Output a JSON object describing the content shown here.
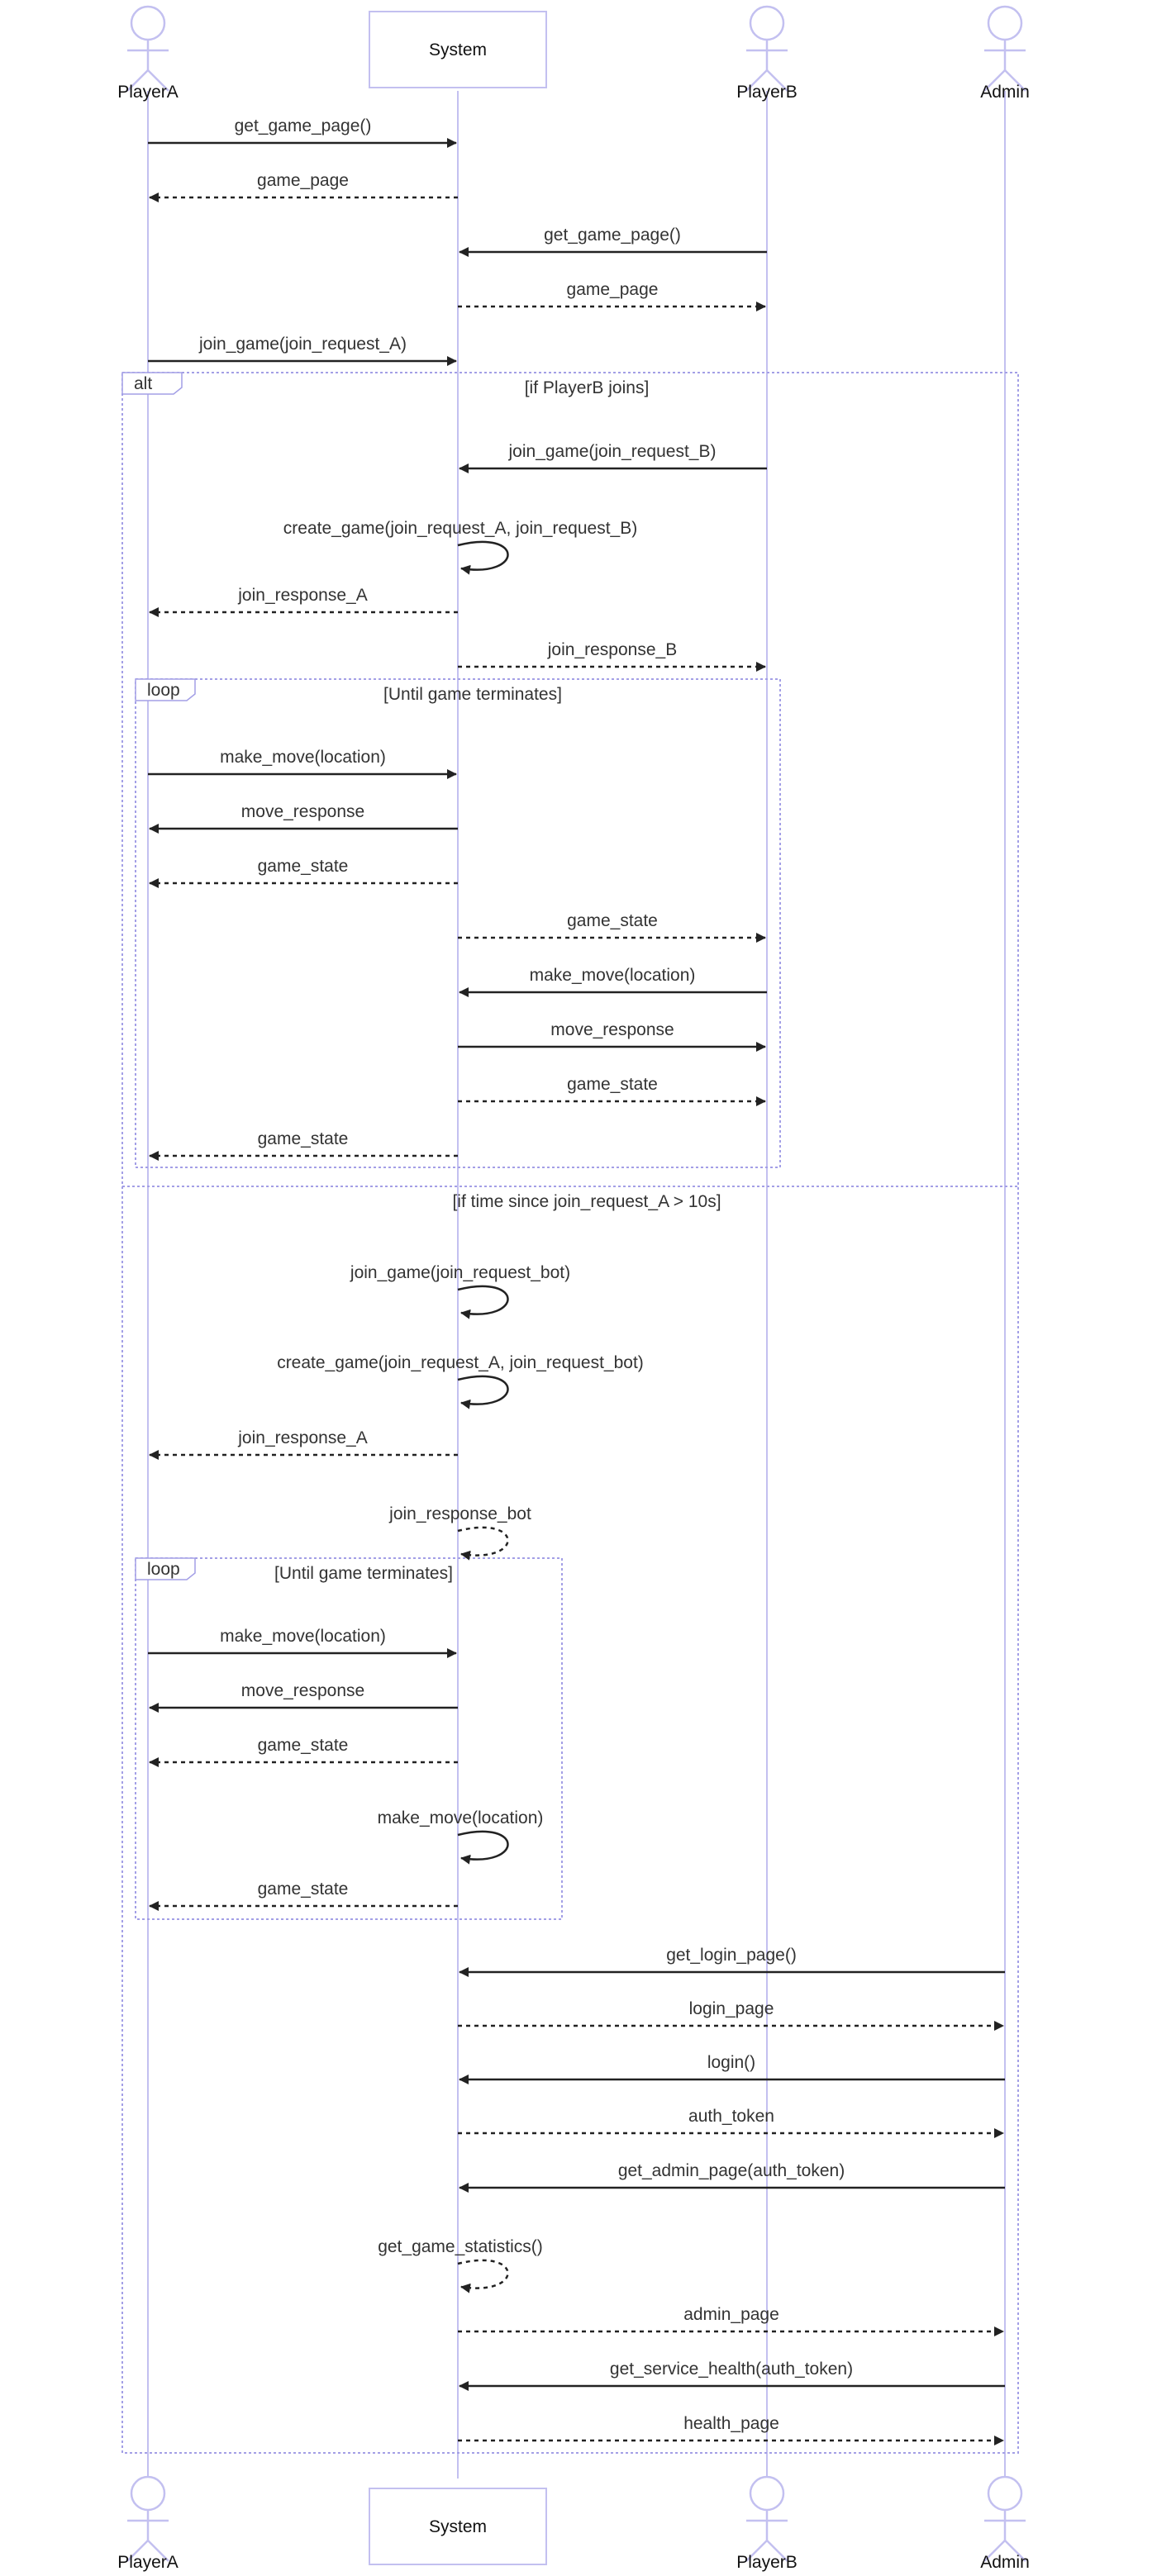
{
  "participants": [
    {
      "id": "A",
      "label": "PlayerA",
      "kind": "actor"
    },
    {
      "id": "S",
      "label": "System",
      "kind": "box"
    },
    {
      "id": "B",
      "label": "PlayerB",
      "kind": "actor"
    },
    {
      "id": "M",
      "label": "Admin",
      "kind": "actor"
    }
  ],
  "messages": [
    {
      "from": "A",
      "to": "S",
      "label": "get_game_page()",
      "style": "solid"
    },
    {
      "from": "S",
      "to": "A",
      "label": "game_page",
      "style": "dashed"
    },
    {
      "from": "B",
      "to": "S",
      "label": "get_game_page()",
      "style": "solid"
    },
    {
      "from": "S",
      "to": "B",
      "label": "game_page",
      "style": "dashed"
    },
    {
      "from": "A",
      "to": "S",
      "label": "join_game(join_request_A)",
      "style": "solid"
    },
    {
      "from": "B",
      "to": "S",
      "label": "join_game(join_request_B)",
      "style": "solid"
    },
    {
      "from": "S",
      "to": "S",
      "label": "create_game(join_request_A, join_request_B)",
      "style": "solid"
    },
    {
      "from": "S",
      "to": "A",
      "label": "join_response_A",
      "style": "dashed"
    },
    {
      "from": "S",
      "to": "B",
      "label": "join_response_B",
      "style": "dashed"
    },
    {
      "from": "A",
      "to": "S",
      "label": "make_move(location)",
      "style": "solid"
    },
    {
      "from": "S",
      "to": "A",
      "label": "move_response",
      "style": "solid"
    },
    {
      "from": "S",
      "to": "A",
      "label": "game_state",
      "style": "dashed"
    },
    {
      "from": "S",
      "to": "B",
      "label": "game_state",
      "style": "dashed"
    },
    {
      "from": "B",
      "to": "S",
      "label": "make_move(location)",
      "style": "solid"
    },
    {
      "from": "S",
      "to": "B",
      "label": "move_response",
      "style": "solid"
    },
    {
      "from": "S",
      "to": "B",
      "label": "game_state",
      "style": "dashed"
    },
    {
      "from": "S",
      "to": "A",
      "label": "game_state",
      "style": "dashed"
    },
    {
      "from": "S",
      "to": "S",
      "label": "join_game(join_request_bot)",
      "style": "solid"
    },
    {
      "from": "S",
      "to": "S",
      "label": "create_game(join_request_A, join_request_bot)",
      "style": "solid"
    },
    {
      "from": "S",
      "to": "A",
      "label": "join_response_A",
      "style": "dashed"
    },
    {
      "from": "S",
      "to": "S",
      "label": "join_response_bot",
      "style": "dashed"
    },
    {
      "from": "A",
      "to": "S",
      "label": "make_move(location)",
      "style": "solid"
    },
    {
      "from": "S",
      "to": "A",
      "label": "move_response",
      "style": "solid"
    },
    {
      "from": "S",
      "to": "A",
      "label": "game_state",
      "style": "dashed"
    },
    {
      "from": "S",
      "to": "S",
      "label": "make_move(location)",
      "style": "solid"
    },
    {
      "from": "S",
      "to": "A",
      "label": "game_state",
      "style": "dashed"
    },
    {
      "from": "M",
      "to": "S",
      "label": "get_login_page()",
      "style": "solid"
    },
    {
      "from": "S",
      "to": "M",
      "label": "login_page",
      "style": "dashed"
    },
    {
      "from": "M",
      "to": "S",
      "label": "login()",
      "style": "solid"
    },
    {
      "from": "S",
      "to": "M",
      "label": "auth_token",
      "style": "dashed"
    },
    {
      "from": "M",
      "to": "S",
      "label": "get_admin_page(auth_token)",
      "style": "solid"
    },
    {
      "from": "S",
      "to": "S",
      "label": "get_game_statistics()",
      "style": "dashed"
    },
    {
      "from": "S",
      "to": "M",
      "label": "admin_page",
      "style": "dashed"
    },
    {
      "from": "M",
      "to": "S",
      "label": "get_service_health(auth_token)",
      "style": "solid"
    },
    {
      "from": "S",
      "to": "M",
      "label": "health_page",
      "style": "dashed"
    }
  ],
  "fragments": [
    {
      "id": "alt-fragment",
      "keyword": "alt",
      "condition": "[if PlayerB joins]",
      "else_condition": "[if time since join_request_A > 10s]"
    },
    {
      "id": "loop-fragment-1",
      "keyword": "loop",
      "condition": "[Until game terminates]"
    },
    {
      "id": "loop-fragment-2",
      "keyword": "loop",
      "condition": "[Until game terminates]"
    }
  ],
  "colors": {
    "lifeline": "#c3c0f0",
    "frame": "#a39fe6",
    "box_stroke": "#c3c0f0",
    "arrow": "#222222",
    "text": "#333333"
  }
}
